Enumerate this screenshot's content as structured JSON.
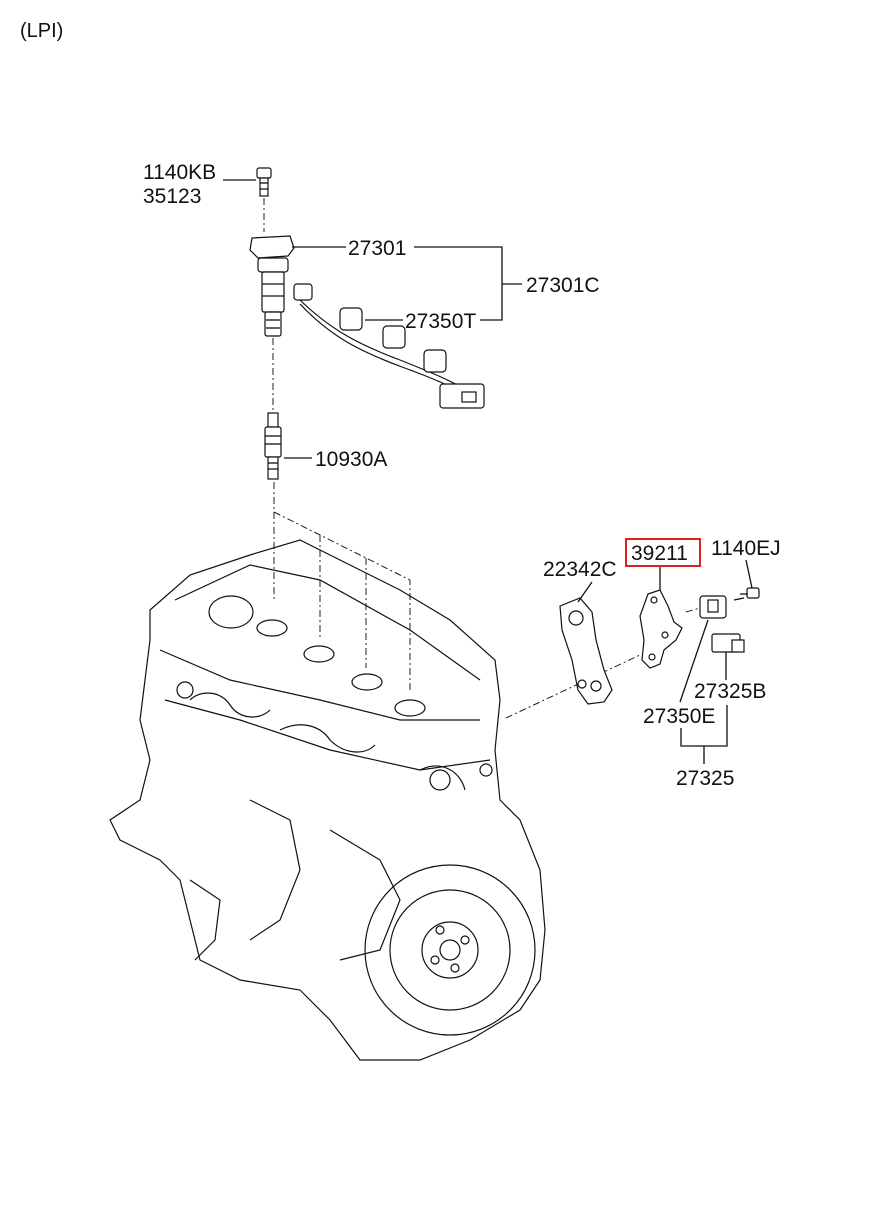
{
  "header": {
    "variant": "(LPI)"
  },
  "labels": {
    "p1140KB": "1140KB",
    "p35123": "35123",
    "p27301": "27301",
    "p27301C": "27301C",
    "p27350T": "27350T",
    "p10930A": "10930A",
    "p22342C": "22342C",
    "p39211": "39211",
    "p1140EJ": "1140EJ",
    "p27325B": "27325B",
    "p27350E": "27350E",
    "p27325": "27325"
  },
  "highlight": {
    "part": "39211",
    "color": "#e02020"
  }
}
